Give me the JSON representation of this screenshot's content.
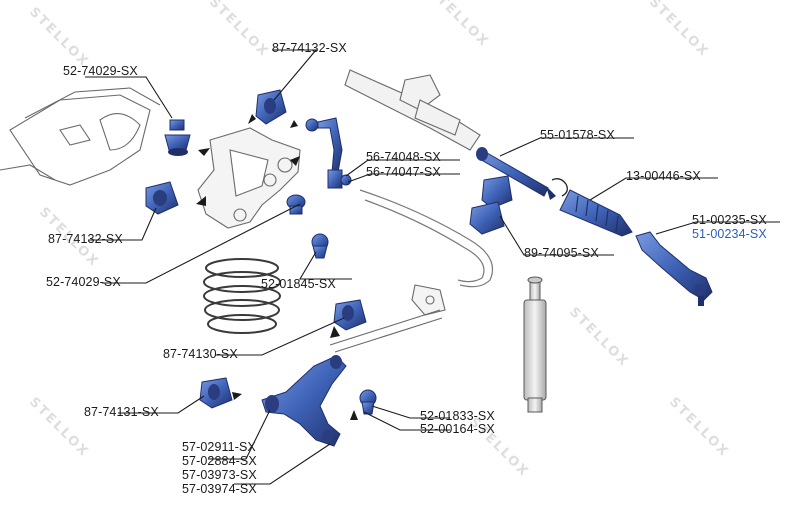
{
  "watermark_text": "STELLOX",
  "part_labels": {
    "l1": "52-74029-SX",
    "l2": "87-74132-SX",
    "l3": "56-74048-SX",
    "l4": "56-74047-SX",
    "l5": "55-01578-SX",
    "l6": "13-00446-SX",
    "l7": "51-00235-SX",
    "l8": "51-00234-SX",
    "l9": "87-74132-SX",
    "l10": "52-74029-SX",
    "l11": "52-01845-SX",
    "l12": "89-74095-SX",
    "l13": "87-74130-SX",
    "l14": "87-74131-SX",
    "l15": "52-01833-SX",
    "l16": "52-00164-SX",
    "l17": "57-02911-SX",
    "l18": "57-02884-SX",
    "l19": "57-03973-SX",
    "l20": "57-03974-SX"
  },
  "colors": {
    "part_blue": "#3f63b8",
    "part_dark": "#1f2f6a",
    "outline": "#555555",
    "highlight_label": "#2b5fc4",
    "watermark": "#d9d9d9"
  }
}
